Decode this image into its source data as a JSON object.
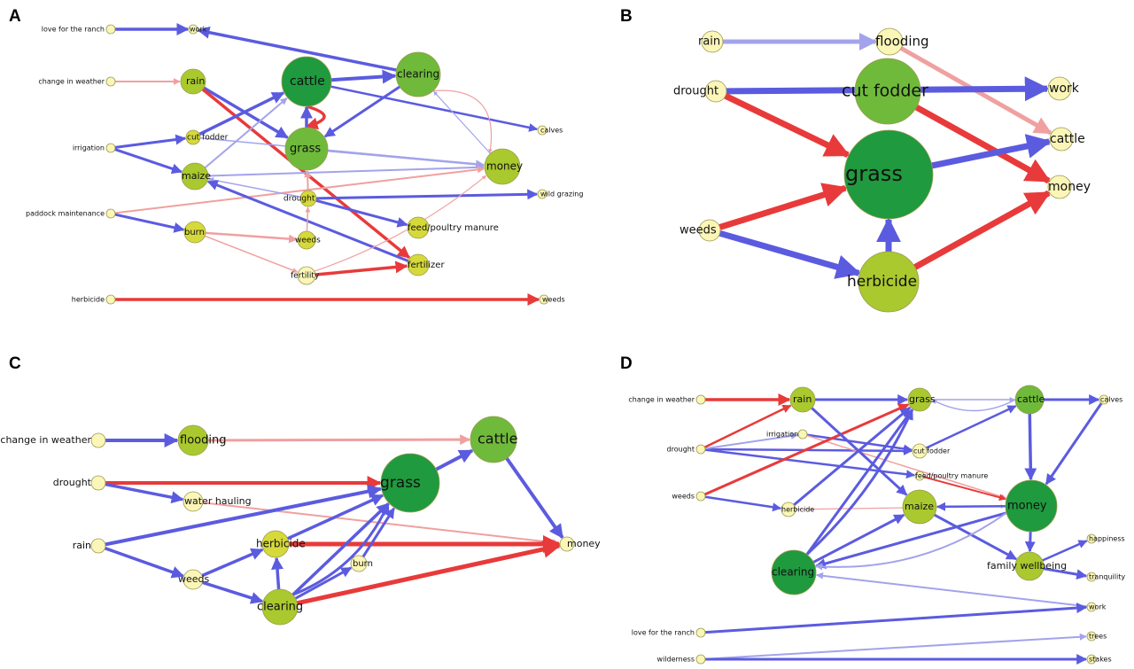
{
  "colors": {
    "positive": "#5b5be0",
    "positive_light": "#a3a3ec",
    "negative": "#e83a3a",
    "negative_light": "#f0a0a0",
    "node_dark": "#1f9a3e",
    "node_mid": "#6fba3a",
    "node_light": "#aac92e",
    "node_yellow": "#d6d93a",
    "node_pale": "#fbf6b8"
  },
  "panels": [
    {
      "letter": "A",
      "nodes": [
        {
          "id": "love",
          "label": "love for the ranch"
        },
        {
          "id": "work",
          "label": "work"
        },
        {
          "id": "chw",
          "label": "change in weather"
        },
        {
          "id": "rain",
          "label": "rain"
        },
        {
          "id": "cattle",
          "label": "cattle"
        },
        {
          "id": "clearing",
          "label": "clearing"
        },
        {
          "id": "irrigation",
          "label": "irrigation"
        },
        {
          "id": "cutfodder",
          "label": "cut fodder"
        },
        {
          "id": "grass",
          "label": "grass"
        },
        {
          "id": "calves",
          "label": "calves"
        },
        {
          "id": "maize",
          "label": "maize"
        },
        {
          "id": "money",
          "label": "money"
        },
        {
          "id": "drought",
          "label": "drought"
        },
        {
          "id": "wildgrazing",
          "label": "wild grazing"
        },
        {
          "id": "paddock",
          "label": "paddock maintenance"
        },
        {
          "id": "burn",
          "label": "burn"
        },
        {
          "id": "feed",
          "label": "feed/poultry manure"
        },
        {
          "id": "weeds",
          "label": "weeds"
        },
        {
          "id": "fertility",
          "label": "fertility"
        },
        {
          "id": "fertilizer",
          "label": "fertilizer"
        },
        {
          "id": "herbicide",
          "label": "herbicide"
        },
        {
          "id": "weeds2",
          "label": "weeds"
        }
      ]
    },
    {
      "letter": "B",
      "nodes": [
        {
          "id": "rain",
          "label": "rain"
        },
        {
          "id": "flooding",
          "label": "flooding"
        },
        {
          "id": "drought",
          "label": "drought"
        },
        {
          "id": "cutfodder",
          "label": "cut fodder"
        },
        {
          "id": "work",
          "label": "work"
        },
        {
          "id": "cattle",
          "label": "cattle"
        },
        {
          "id": "grass",
          "label": "grass"
        },
        {
          "id": "money",
          "label": "money"
        },
        {
          "id": "weeds",
          "label": "weeds"
        },
        {
          "id": "herbicide",
          "label": "herbicide"
        }
      ]
    },
    {
      "letter": "C",
      "nodes": [
        {
          "id": "chw",
          "label": "change in weather"
        },
        {
          "id": "flooding",
          "label": "flooding"
        },
        {
          "id": "cattle",
          "label": "cattle"
        },
        {
          "id": "drought",
          "label": "drought"
        },
        {
          "id": "grass",
          "label": "grass"
        },
        {
          "id": "waterhauling",
          "label": "water hauling"
        },
        {
          "id": "rain",
          "label": "rain"
        },
        {
          "id": "herbicide",
          "label": "herbicide"
        },
        {
          "id": "money",
          "label": "money"
        },
        {
          "id": "burn",
          "label": "burn"
        },
        {
          "id": "weeds",
          "label": "weeds"
        },
        {
          "id": "clearing",
          "label": "clearing"
        }
      ]
    },
    {
      "letter": "D",
      "nodes": [
        {
          "id": "chw",
          "label": "change in weather"
        },
        {
          "id": "rain",
          "label": "rain"
        },
        {
          "id": "grass",
          "label": "grass"
        },
        {
          "id": "cattle",
          "label": "cattle"
        },
        {
          "id": "calves",
          "label": "calves"
        },
        {
          "id": "irrigation",
          "label": "irrigation"
        },
        {
          "id": "drought",
          "label": "drought"
        },
        {
          "id": "cutfodder",
          "label": "cut fodder"
        },
        {
          "id": "feed",
          "label": "feed/poultry manure"
        },
        {
          "id": "weeds",
          "label": "weeds"
        },
        {
          "id": "herbicide",
          "label": "herbicide"
        },
        {
          "id": "maize",
          "label": "maize"
        },
        {
          "id": "money",
          "label": "money"
        },
        {
          "id": "happiness",
          "label": "happiness"
        },
        {
          "id": "clearing",
          "label": "clearing"
        },
        {
          "id": "familywb",
          "label": "family wellbeing"
        },
        {
          "id": "tranquility",
          "label": "tranquility"
        },
        {
          "id": "work",
          "label": "work"
        },
        {
          "id": "love",
          "label": "love for the ranch"
        },
        {
          "id": "trees",
          "label": "trees"
        },
        {
          "id": "wilderness",
          "label": "wilderness"
        },
        {
          "id": "stakes",
          "label": "stakes"
        }
      ]
    }
  ]
}
